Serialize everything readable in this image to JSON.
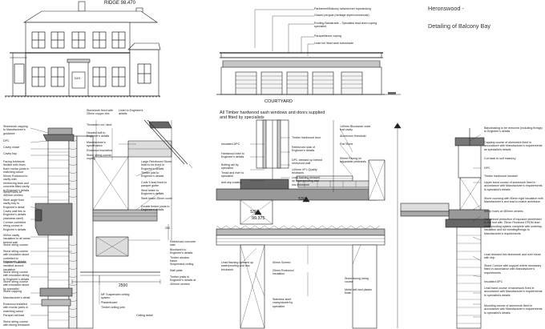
{
  "title": {
    "line1": "Heronswood -",
    "line2": "Detailing of Balcony Bay"
  },
  "elevation": {
    "ridge_label": "RIDGE 98.470",
    "door_label": "D/O"
  },
  "courtyard": {
    "label": "COURTYARD",
    "note": "All Timber hardwood sash windows and doors supplied and fitted by specialists"
  },
  "section": {
    "ssl_left": "SSL",
    "level": "99.375",
    "ssl_right": "SSL"
  },
  "dims": {
    "d2500": "2500",
    "d200": "200"
  },
  "notes_top_right": [
    "Parliament/Balcony rails/dormer tops/sinking",
    "Glazed pergola (heritage style/commercial)",
    "Roofing Balustrade – Specialist lead-lined coping specialist",
    "Parapet/stone coping",
    "Lead roll /lead work balustrade"
  ],
  "notes_left": [
    "Stonework capping to Manufacturer's guidance",
    "DPC",
    "Cavity closer",
    "Cavity tray",
    "Facing brickwork flexible with 5mm flush mortar joints in matching colour",
    "50mm Rockwool in cavity with reinforcing bars and concrete-filled cavity to Engineer's details",
    "Weep holes at 450mm centres",
    "Steel angle from cavity tray to Engineer's detail",
    "Cavity wall ties to Engineer's details (stainless steel)",
    "Cornice corbelled string course in Engineer's details",
    "50mm cavity insulation to all areas behind wall",
    "Stone string course",
    "Stone string course with insulation stone corbelled to Engineer's details",
    "140mm Rockwool installed around insulation",
    "Stone string course with insulation string to Engineer's details",
    "Stone string course with insulation stone by specialist",
    "Stone capping",
    "Manufacturer's detail",
    "Rockwool installed with mortar joints in matching colour",
    "Parapet rail lead",
    "Stone string course with facing brickwork"
  ],
  "notes_mid1": [
    "Stonework fixed with 25mm copper ties",
    "Threaded rod / stud",
    "Headed bolt to Engineer's details",
    "Manufacturer's specification",
    "Rockwool insulation",
    "Stone string-course coping"
  ],
  "notes_mid2": [
    "Lintel to Engineer's details",
    "Large Reinforced Stone lintel to be fixed to Engineer's details",
    "Timber joist to Engineer's details",
    "Code 5 lead lined to parapet gutter",
    "Steel beam to Engineer's details",
    "Steel beam 25mm cover",
    "Double timber joists to Engineer's details",
    "MF Suspended ceiling system",
    "Plasterboard",
    "Timber ceiling joist"
  ],
  "notes_bottom_left": [
    "Reinforced concrete slab",
    "Blockwork to Engineer's details",
    "Timber window frame",
    "Suspended ceiling",
    "Ceiling detail",
    "Wall plate",
    "Timber joists to Engineer's details at 400mm centres"
  ],
  "notes_center": [
    "Insulated DPC",
    "Hardwood lintel to Engineer's details",
    "Bolting rail by specialist",
    "Tread and riser to specialist",
    "Anti-slip coating",
    "Timber hardwood door",
    "Reinforced slab of Engineer's details",
    "DPC dressed up behind reinforced wall",
    "140mm VFL Quality brickwork",
    "Lead flashing dressed up waterproofing and into brickwork",
    "140mm Blockwork outer leaf cavity",
    "Aluminium threshold",
    "Flat Stone",
    "50mm Paving on adjustable pedestals",
    "Lead flashing dressed up waterproofing and into brickwork",
    "50mm Screed",
    "25mm Rockwool insulation",
    "Stone facing string course",
    "Metal lath and plaster finish",
    "Stainless steel cramp/dowel by specialist"
  ],
  "notes_right": [
    "Balustrading to be removed (including fixings) to Engineer's details",
    "Capping course of stonework fixed in accordance with Manufacturer's requirements as specialist's details",
    "Cut back to suit masonry",
    "DPC",
    "Timber hardwood handrail",
    "Upper band course of stonework fixed in accordance with Manufacturer's requirements to specialist's details",
    "Stone coursing with 50mm rigid insulation with Manufacturer's and lead to match architrave",
    "Weep holes at 450mm centres",
    "Galvanised protection of exposed sheet/steel to flat roof with 75mm Firestone EPDM lead waterproofing system complete with underlay, insulation and full bonding/fixings to Manufacturer's requirements",
    "Lead dressed into stonework and over stone with drip",
    "Stone Cornice with support where necessary fitted in accordance with Manufacturer's requirements",
    "Insulated DPC",
    "Lead band course of stonework fixed in accordance with Manufacturer's requirements to specialist's details",
    "Moulding course of stonework fixed in accordance with Manufacturer's requirements to specialist's details"
  ]
}
